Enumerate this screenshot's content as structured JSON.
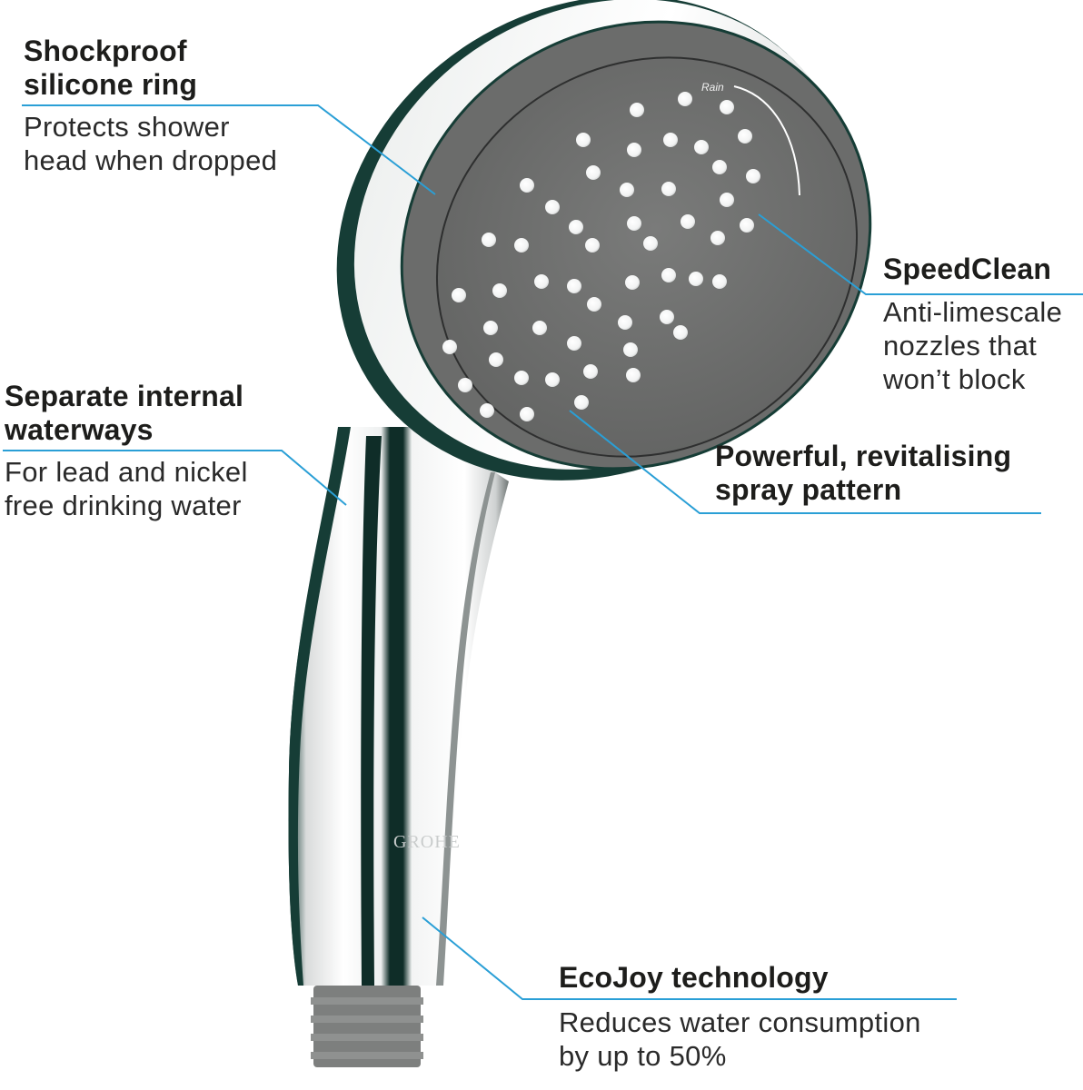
{
  "colors": {
    "leader_line": "#2a9fd6",
    "text_dark": "#1d1d1b",
    "chrome_dark": "#163d36",
    "face_gray": "#6e6f6e",
    "nozzle": "#ffffff"
  },
  "product": {
    "face_label": "Rain",
    "brand_engraving": "GROHE"
  },
  "callouts": {
    "shockproof": {
      "title_line1": "Shockproof",
      "title_line2": "silicone ring",
      "desc_line1": "Protects shower",
      "desc_line2": "head when dropped"
    },
    "speedclean": {
      "title": "SpeedClean",
      "desc_line1": "Anti-limescale",
      "desc_line2": "nozzles that",
      "desc_line3": "won’t block"
    },
    "waterways": {
      "title_line1": "Separate internal",
      "title_line2": "waterways",
      "desc_line1": "For lead and nickel",
      "desc_line2": "free drinking water"
    },
    "spray": {
      "title_line1": "Powerful, revitalising",
      "title_line2": "spray pattern"
    },
    "ecojoy": {
      "title": "EcoJoy technology",
      "desc_line1": "Reduces water consumption",
      "desc_line2": "by up to 50%"
    }
  }
}
